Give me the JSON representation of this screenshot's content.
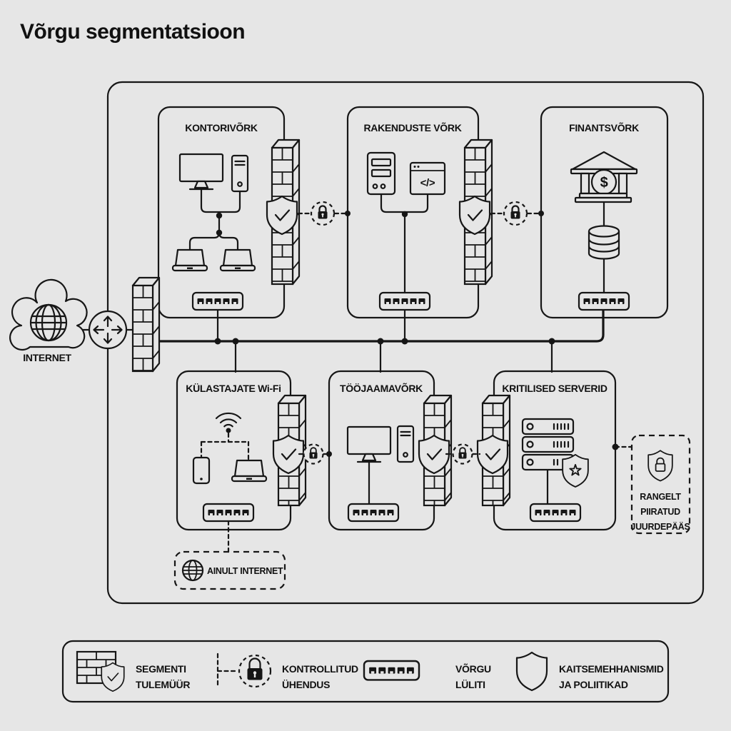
{
  "title": "Võrgu segmentatsioon",
  "internet_label": "INTERNET",
  "segments": [
    {
      "id": "kontorivork",
      "title": "KONTORIVÕRK"
    },
    {
      "id": "rakenduste-vork",
      "title": "RAKENDUSTE VÕRK"
    },
    {
      "id": "finantsvork",
      "title": "FINANTSVÕRK"
    },
    {
      "id": "kulastajate-wifi",
      "title": "KÜLASTAJATE Wi-Fi"
    },
    {
      "id": "toojaamavork",
      "title": "TÖÖJAAMAVÕRK"
    },
    {
      "id": "kritilised-serverid",
      "title": "KRITILISED SERVERID"
    }
  ],
  "callouts": {
    "ainult_internet": "AINULT INTERNET",
    "rangelt": [
      "RANGELT",
      "PIIRATUD",
      "JUURDEPÄÄS"
    ]
  },
  "glyphs": {
    "bank_currency": "$",
    "code_window": "</>"
  },
  "legend": {
    "items": [
      {
        "icon": "segment-firewall-icon",
        "lines": [
          "SEGMENTI",
          "TULEMÜÜR"
        ]
      },
      {
        "icon": "controlled-connection-icon",
        "lines": [
          "KONTROLLITUD",
          "ÜHENDUS"
        ]
      },
      {
        "icon": "network-switch-icon",
        "lines": [
          "VÕRGU",
          "LÜLITI"
        ]
      },
      {
        "icon": "shield-icon",
        "lines": [
          "KAITSEMEHHANISMID",
          "JA POLIITIKAD"
        ]
      }
    ]
  },
  "colors": {
    "background": "#e6e6e6",
    "line": "#161616"
  }
}
